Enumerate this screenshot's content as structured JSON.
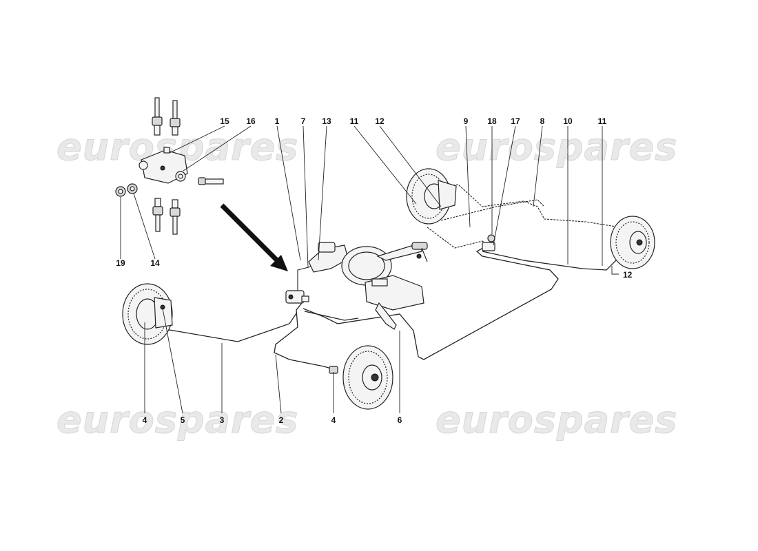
{
  "watermarks": [
    "eurospares",
    "eurospares",
    "eurospares",
    "eurospares"
  ],
  "callouts": {
    "c15": "15",
    "c16": "16",
    "c1": "1",
    "c7": "7",
    "c13": "13",
    "c11a": "11",
    "c12a": "12",
    "c9": "9",
    "c18": "18",
    "c17": "17",
    "c8": "8",
    "c10": "10",
    "c11b": "11",
    "c12b": "12",
    "c19": "19",
    "c14": "14",
    "c4a": "4",
    "c5": "5",
    "c3": "3",
    "c2": "2",
    "c4b": "4",
    "c6": "6"
  },
  "icons": {
    "detail_arrow": "arrow-icon"
  }
}
